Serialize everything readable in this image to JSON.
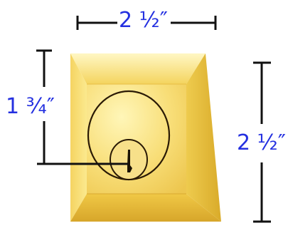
{
  "dimensions": {
    "top_width": "2 ½″",
    "left_height": "1 ¾″",
    "right_height": "2 ½″"
  },
  "colors": {
    "label_blue": "#2430e0",
    "dimension_line": "#111111",
    "brass_light": "#fff3a8",
    "brass_mid": "#f2cf55",
    "brass_dark": "#c99a1e"
  }
}
